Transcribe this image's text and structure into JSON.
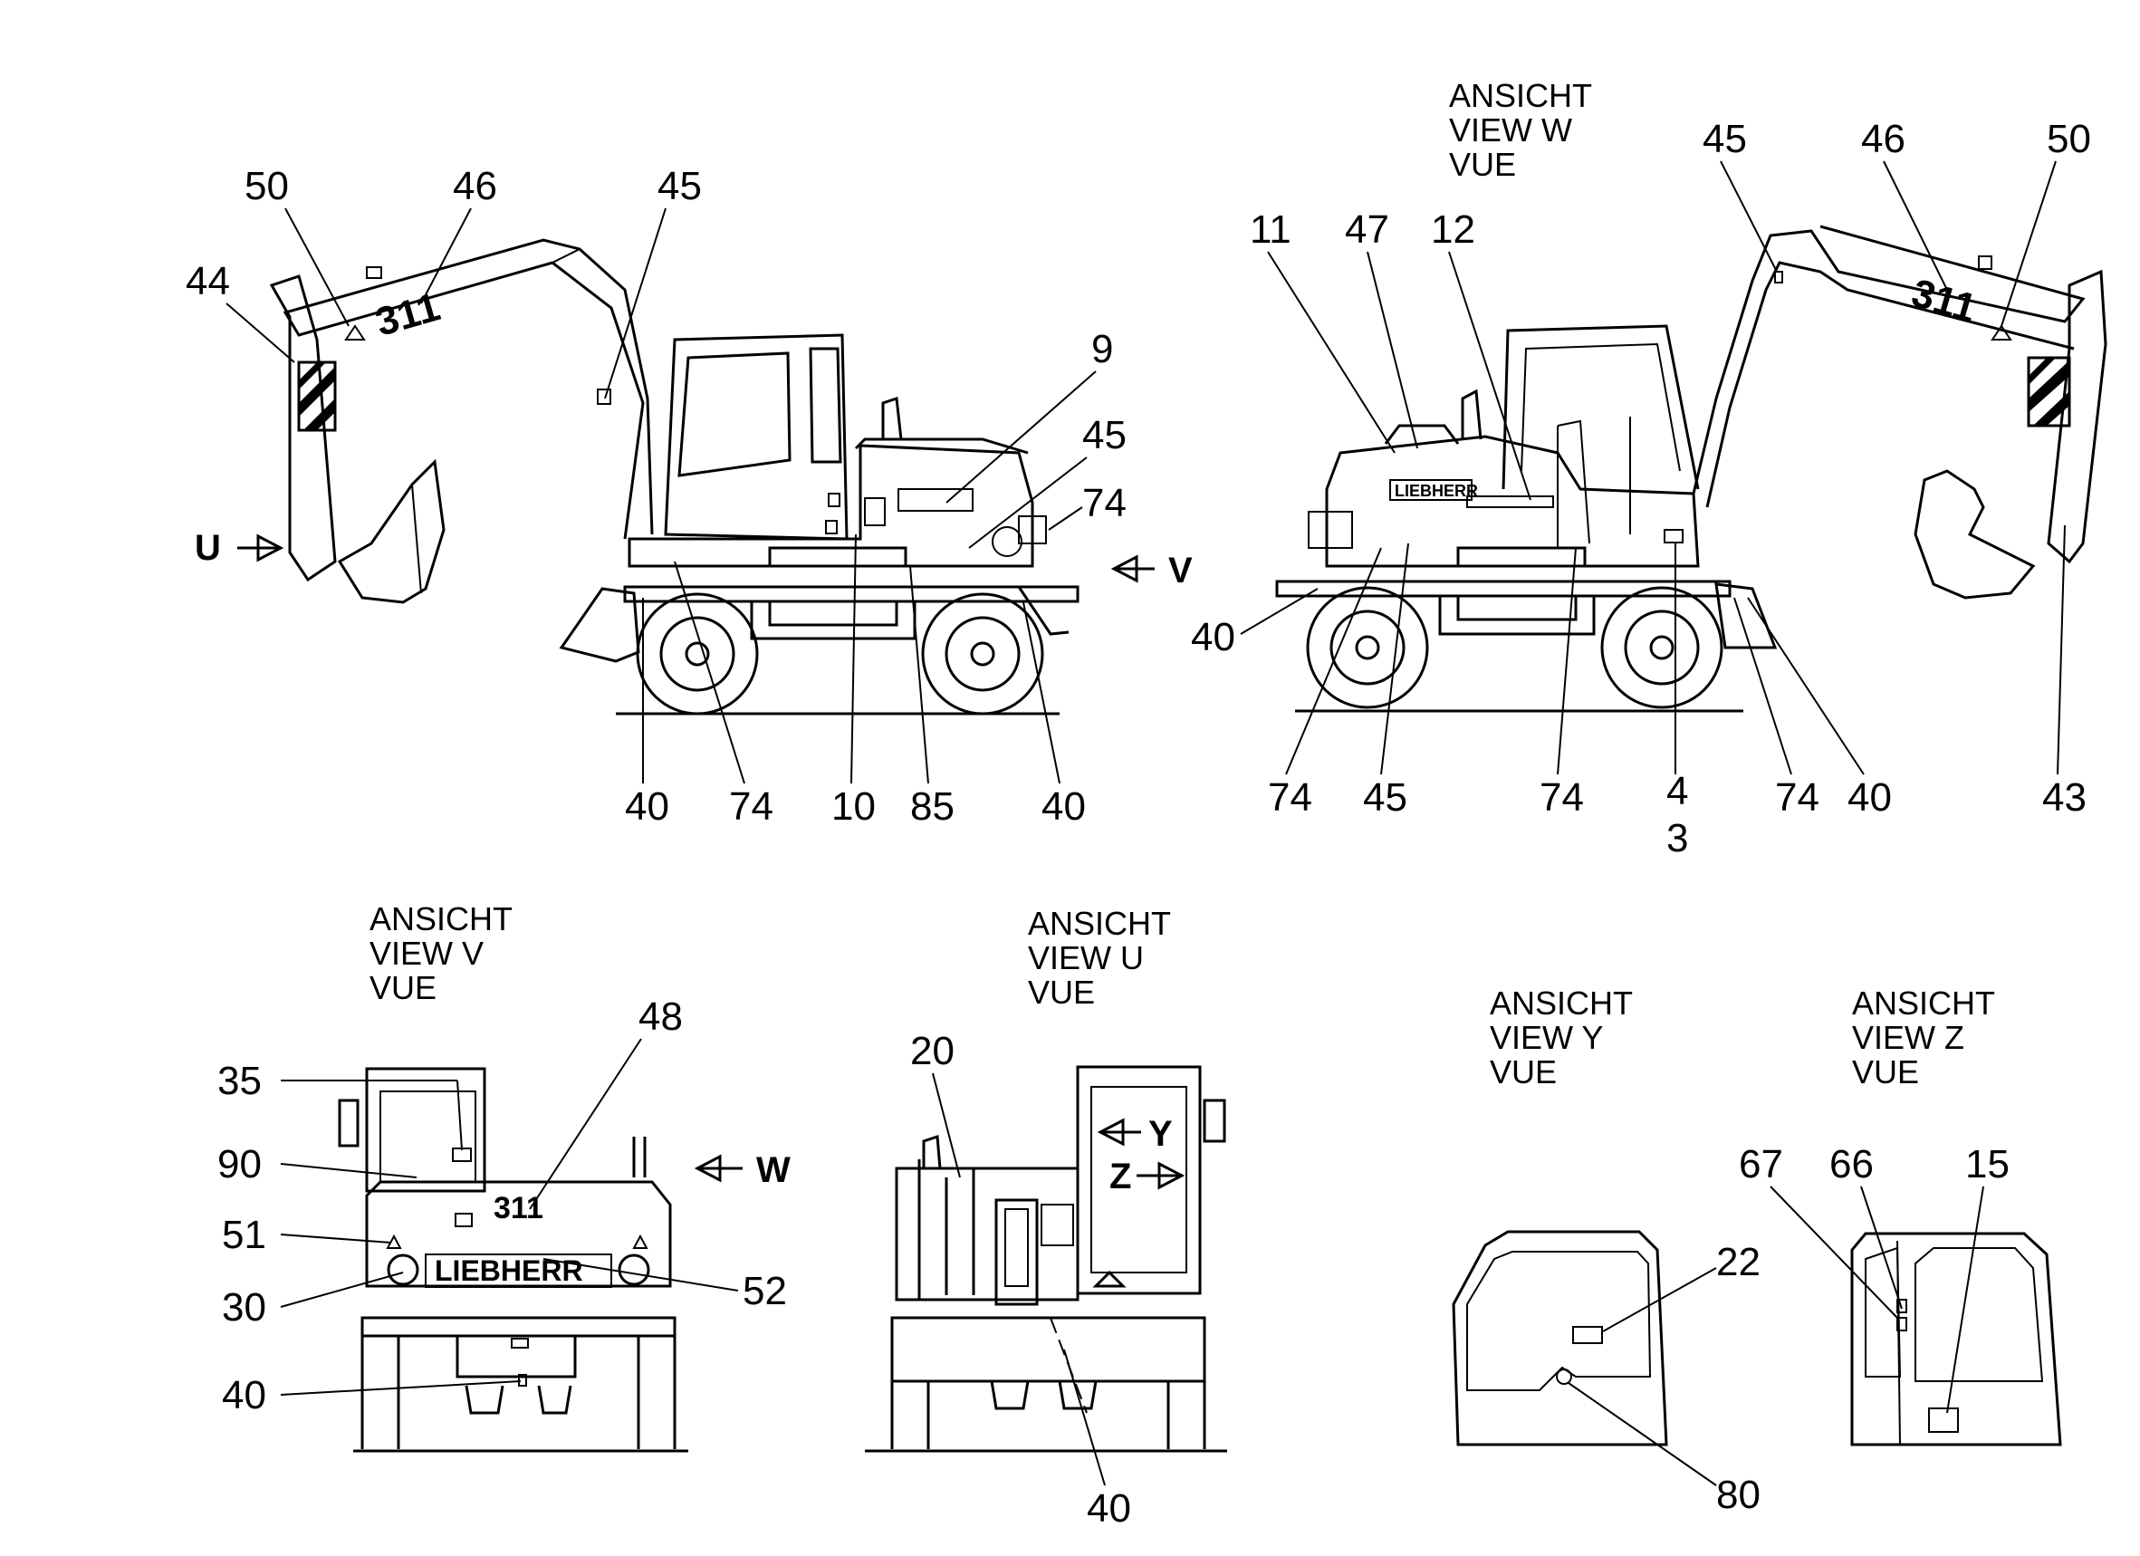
{
  "views": {
    "w": [
      "ANSICHT",
      "VIEW    W",
      "VUE"
    ],
    "v": [
      "ANSICHT",
      "VIEW    V",
      "VUE"
    ],
    "u": [
      "ANSICHT",
      "VIEW    U",
      "VUE"
    ],
    "y": [
      "ANSICHT",
      "VIEW    Y",
      "VUE"
    ],
    "z": [
      "ANSICHT",
      "VIEW    Z",
      "VUE"
    ]
  },
  "arrows": {
    "u": "U",
    "v": "V",
    "w": "W",
    "y": "Y",
    "z": "Z"
  },
  "decals": {
    "model": "311",
    "brand": "LIEBHERR"
  },
  "callouts": {
    "left_side": [
      "50",
      "46",
      "45",
      "44",
      "9",
      "45",
      "74",
      "40",
      "74",
      "10",
      "85",
      "40"
    ],
    "right_side": [
      "11",
      "47",
      "12",
      "45",
      "46",
      "50",
      "40",
      "74",
      "45",
      "74",
      "4",
      "3",
      "74",
      "40",
      "43"
    ],
    "view_v": [
      "48",
      "35",
      "90",
      "51",
      "30",
      "52",
      "40"
    ],
    "view_u": [
      "20",
      "40"
    ],
    "view_y": [
      "22",
      "80"
    ],
    "view_z": [
      "67",
      "66",
      "15"
    ]
  }
}
